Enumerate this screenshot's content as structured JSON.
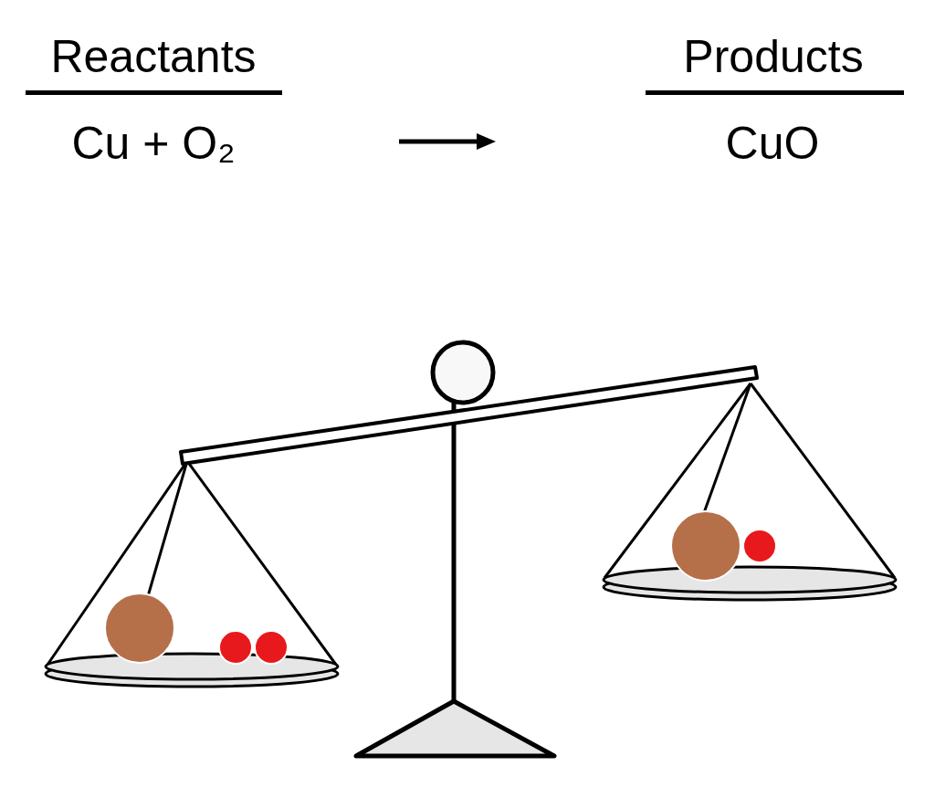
{
  "diagram": {
    "labels": [
      "Reactants",
      "Cu + O₂",
      "Products",
      "CuO"
    ]
  }
}
